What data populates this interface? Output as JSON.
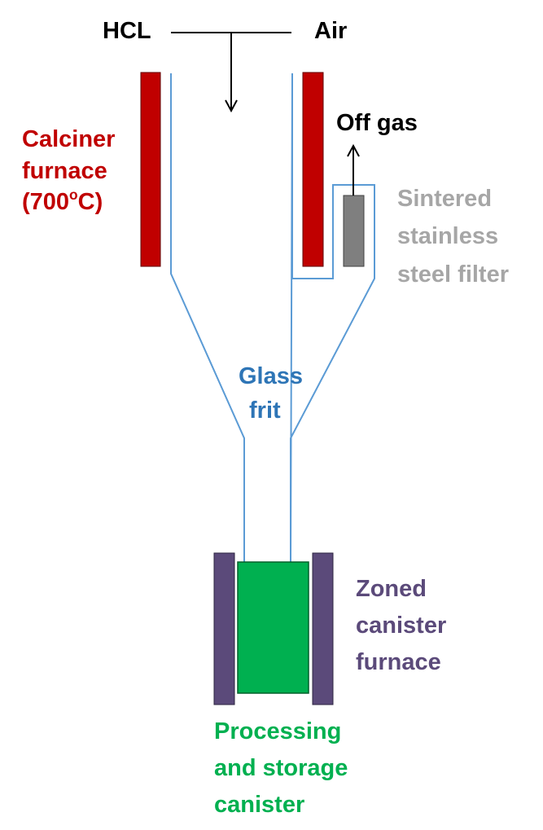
{
  "colors": {
    "calciner": "#C00000",
    "glass": "#2E75B6",
    "filter": "#808080",
    "furnace": "#5B4A7A",
    "canister": "#00B050",
    "ink": "#000000"
  },
  "labels": {
    "hcl": "HCL",
    "air": "Air",
    "off_gas": "Off gas",
    "calciner": {
      "line1": "Calciner",
      "line2": "furnace",
      "line3_pre": "(700",
      "line3_sup": "o",
      "line3_post": "C)"
    },
    "filter": {
      "line1": "Sintered",
      "line2": "stainless",
      "line3": "steel filter"
    },
    "glass": {
      "line1": "Glass",
      "line2": "frit"
    },
    "zoned": {
      "line1": "Zoned",
      "line2": "canister",
      "line3": "furnace"
    },
    "canister": {
      "line1": "Processing",
      "line2": "and storage",
      "line3": "canister"
    }
  }
}
